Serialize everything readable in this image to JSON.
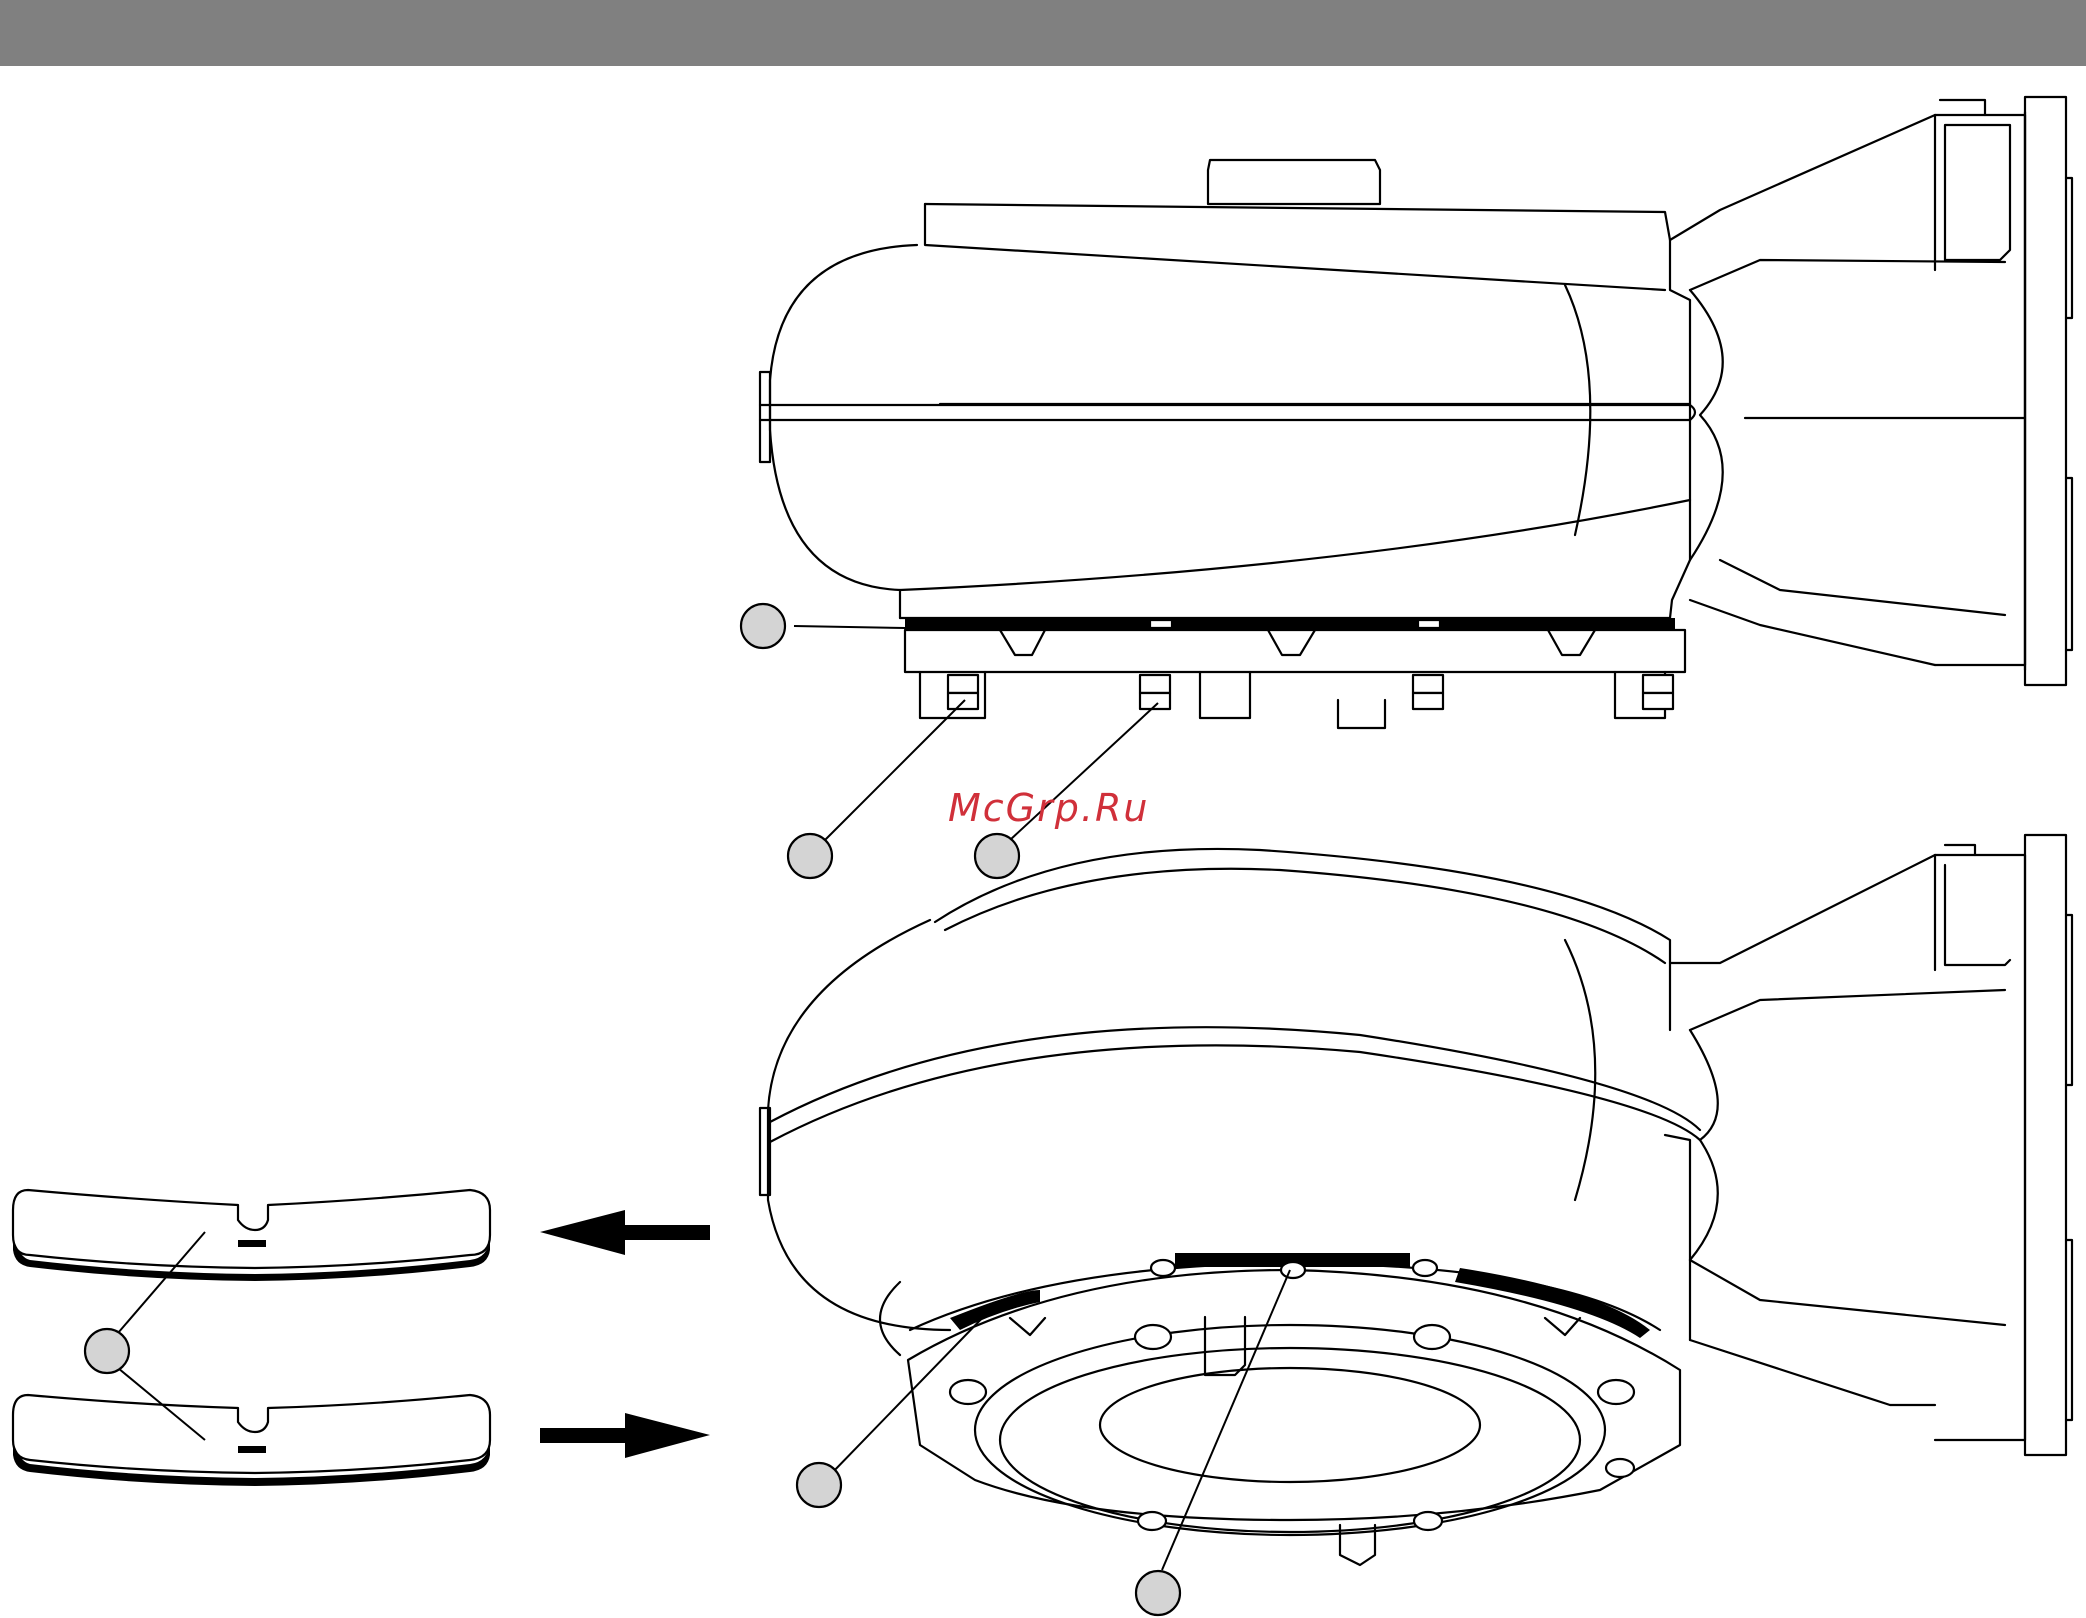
{
  "header": {
    "bar_color": "#808080"
  },
  "watermark": {
    "text": "McGrp.Ru",
    "color": "#d0303a"
  },
  "diagram": {
    "views": [
      "side-view-pump",
      "perspective-view-pump",
      "shim-detail"
    ],
    "callouts": [
      "callout-gasket",
      "callout-bolt-a",
      "callout-bolt-b",
      "callout-shims",
      "callout-gasket-bottom",
      "callout-nut-bottom"
    ],
    "arrows": [
      "arrow-left-icon",
      "arrow-right-icon"
    ]
  }
}
